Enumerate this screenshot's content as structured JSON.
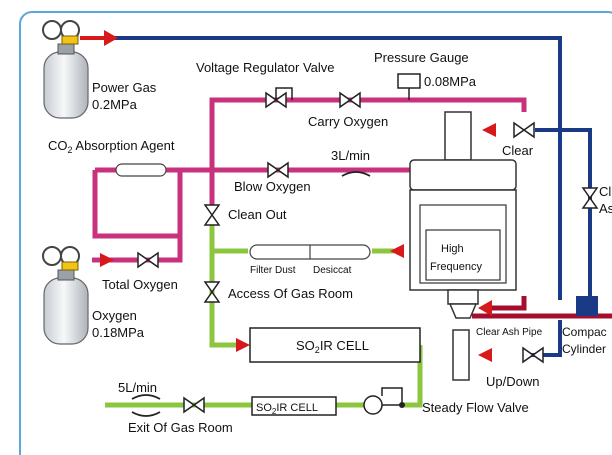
{
  "labels": {
    "power_gas_name": "Power Gas",
    "power_gas_pressure": "0.2MPa",
    "voltage_regulator_valve": "Voltage Regulator Valve",
    "pressure_gauge": "Pressure Gauge",
    "pressure_gauge_value": "0.08MPa",
    "carry_oxygen": "Carry Oxygen",
    "co2_absorption_prefix": "CO",
    "co2_absorption_sub": "2",
    "co2_absorption_suffix": " Absorption Agent",
    "flow_3l": "3L/min",
    "blow_oxygen": "Blow Oxygen",
    "clean_out": "Clean Out",
    "clear": "Clear",
    "cl_partial": "Cl",
    "as_partial": "As",
    "filter_dust": "Filter Dust",
    "desiccant": "Desiccat",
    "high": "High",
    "frequency": "Frequency",
    "total_oxygen": "Total Oxygen",
    "access_gas_room": "Access Of Gas Room",
    "oxygen_name": "Oxygen",
    "oxygen_pressure": "0.18MPa",
    "so2_ir_cell_prefix": "SO",
    "so2_ir_cell_sub": "2",
    "so2_ir_cell_suffix": "IR CELL",
    "clear_ash_pipe": "Clear Ash Pipe",
    "compact_partial": "Compac",
    "cylinder_partial": "Cylinder",
    "up_down": "Up/Down",
    "flow_5l": "5L/min",
    "exit_gas_room": "Exit Of Gas Room",
    "steady_flow_valve": "Steady Flow Valve"
  },
  "colors": {
    "frame_border": "#5aa9d6",
    "magenta_line": "#c8317b",
    "navy_line": "#1b3a86",
    "green_line": "#8cc63f",
    "red_accent": "#d7191c",
    "darkred_line": "#a50f2d",
    "cylinder_fill": "#eef0f2"
  }
}
